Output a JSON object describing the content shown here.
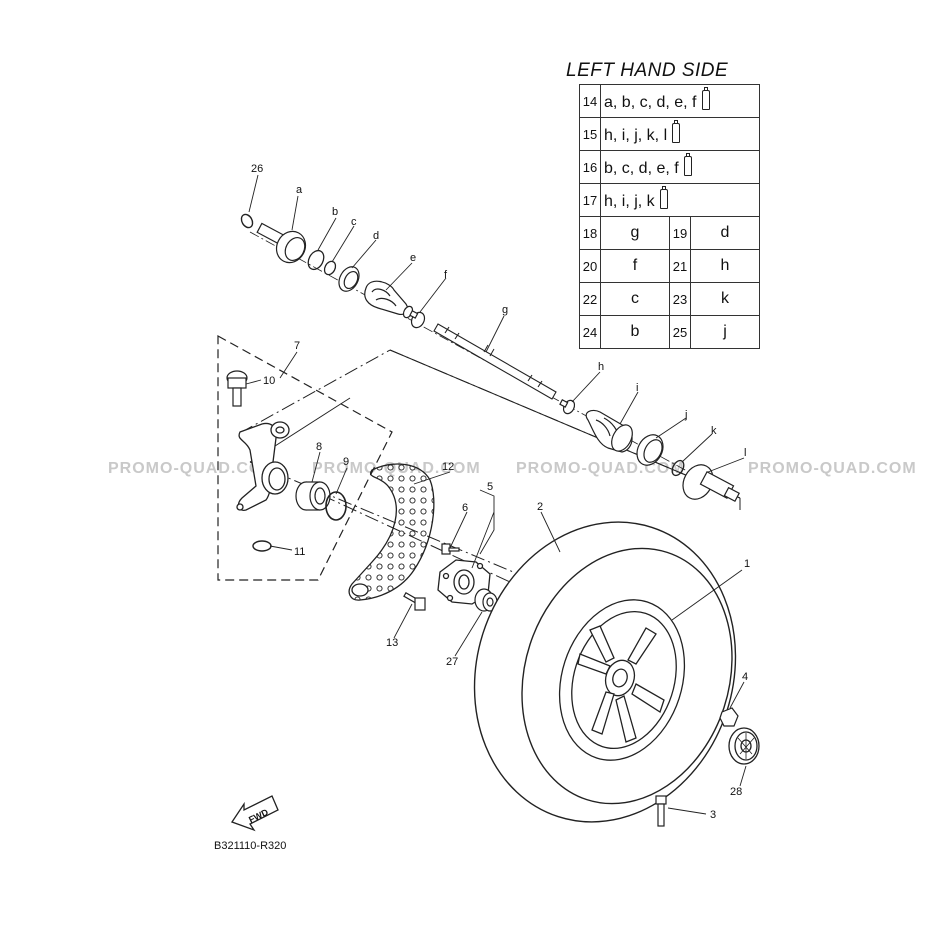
{
  "title": "LEFT HAND SIDE",
  "legend": {
    "rows_single": [
      {
        "num": "14",
        "letters": "a, b, c, d, e, f"
      },
      {
        "num": "15",
        "letters": "h, i, j, k, l"
      },
      {
        "num": "16",
        "letters": "b, c, d, e, f"
      },
      {
        "num": "17",
        "letters": "h, i, j, k"
      }
    ],
    "rows_pair": [
      {
        "n1": "18",
        "v1": "g",
        "n2": "19",
        "v2": "d"
      },
      {
        "n1": "20",
        "v1": "f",
        "n2": "21",
        "v2": "h"
      },
      {
        "n1": "22",
        "v1": "c",
        "n2": "23",
        "v2": "k"
      },
      {
        "n1": "24",
        "v1": "b",
        "n2": "25",
        "v2": "j"
      }
    ]
  },
  "watermarks": [
    "PROMO-QUAD.COM",
    "PROMO-QUAD.COM",
    "PROMO-QUAD.COM",
    "PROMO-QUAD.COM"
  ],
  "reference_code": "B321110-R320",
  "fwd_label": "FWD",
  "labels": {
    "l26": "26",
    "la": "a",
    "lb": "b",
    "lc": "c",
    "ld": "d",
    "le": "e",
    "lf": "f",
    "lg": "g",
    "lh": "h",
    "li": "i",
    "lj": "j",
    "lk": "k",
    "ll": "l",
    "l7": "7",
    "l10": "10",
    "l8": "8",
    "l9": "9",
    "l12": "12",
    "l11": "11",
    "l5": "5",
    "l6": "6",
    "l2": "2",
    "l1": "1",
    "l13": "13",
    "l27": "27",
    "l4": "4",
    "l28": "28",
    "l3": "3"
  }
}
